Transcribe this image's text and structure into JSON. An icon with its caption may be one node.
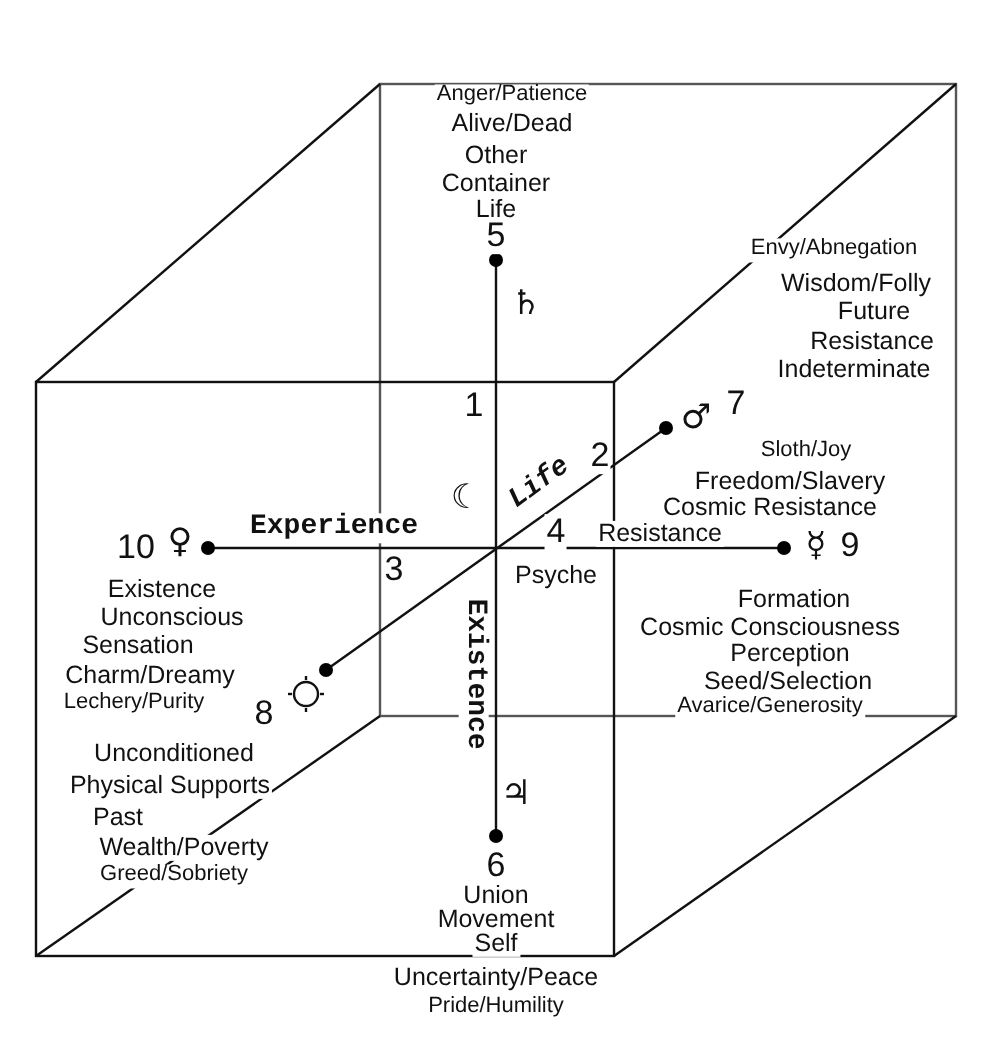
{
  "diagram": {
    "labels": [
      "Anger/Patience",
      "Alive/Dead",
      "Other",
      "Container",
      "Life",
      "5",
      "Envy/Abnegation",
      "Wisdom/Folly",
      "Future",
      "♄",
      "Resistance",
      "Indeterminate",
      "1",
      "♂",
      "7",
      "2",
      "Sloth/Joy",
      "Freedom/Slavery",
      "Life",
      "☾",
      "Cosmic Resistance",
      "Experience",
      "4",
      "Resistance",
      "10",
      "♀",
      "☿",
      "9",
      "3",
      "Psyche",
      "Existence",
      "Formation",
      "Unconscious",
      "Cosmic Consciousness",
      "Sensation",
      "Perception",
      "Existence",
      "Charm/Dreamy",
      "Seed/Selection",
      "Lechery/Purity",
      "8",
      "Avarice/Generosity",
      "Unconditioned",
      "Physical Supports",
      "♃",
      "Past",
      "Wealth/Poverty",
      "Greed/Sobriety",
      "6",
      "Union",
      "Movement",
      "Self",
      "Uncertainty/Peace",
      "Pride/Humility"
    ]
  }
}
